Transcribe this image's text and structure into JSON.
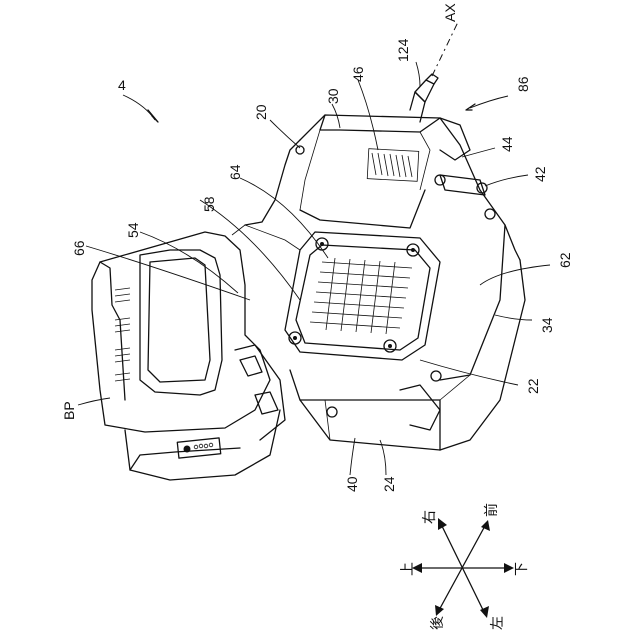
{
  "figure": {
    "assembly_ref": "4",
    "axis_label": "AX",
    "labels": {
      "l124": "124",
      "l86": "86",
      "l46": "46",
      "l30": "30",
      "l20": "20",
      "l44": "44",
      "l42": "42",
      "l64": "64",
      "l58": "58",
      "l54": "54",
      "l66": "66",
      "l62": "62",
      "l34": "34",
      "l22": "22",
      "l24": "24",
      "l40": "40",
      "lBP": "BP"
    },
    "directions": {
      "right": "右",
      "front": "前",
      "up": "上",
      "down": "下",
      "rear": "後",
      "left": "左"
    }
  }
}
